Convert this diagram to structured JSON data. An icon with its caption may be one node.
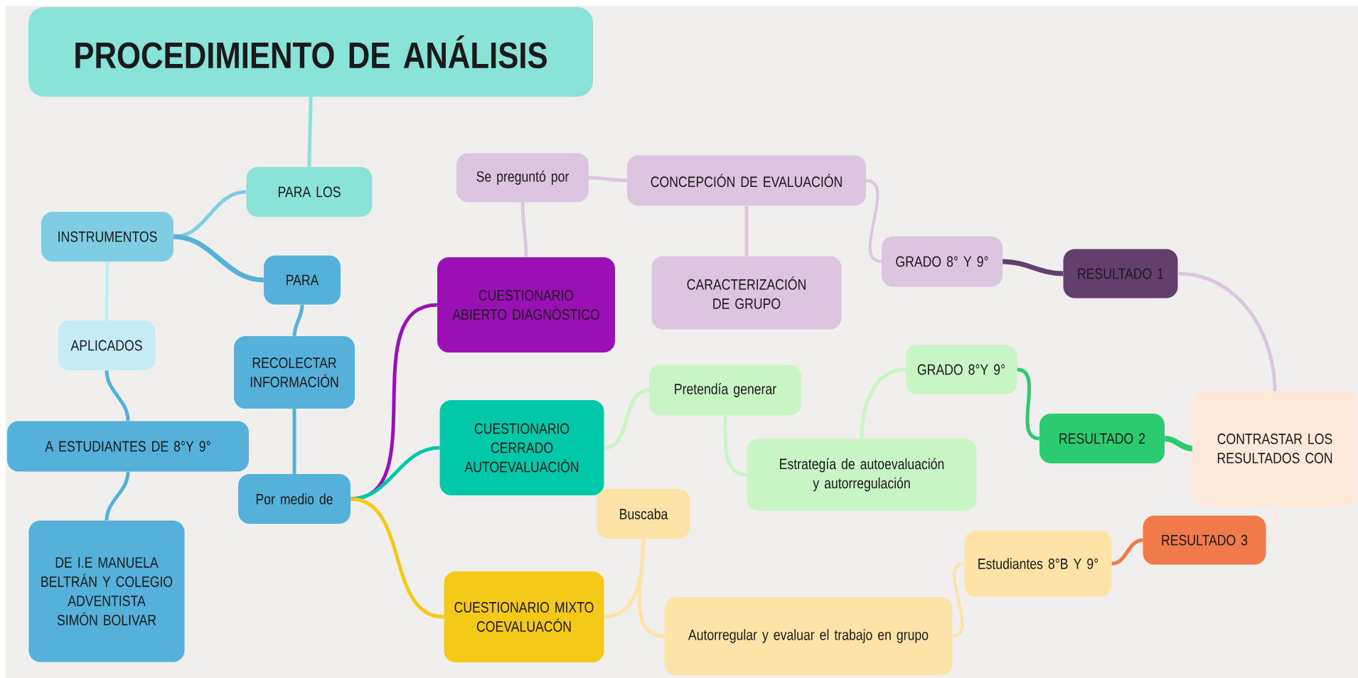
{
  "diagram": {
    "nodes": [
      {
        "text": [
          "PROCEDIMIENTO DE ANÁLISIS"
        ]
      },
      {
        "text": [
          "PARA LOS"
        ]
      },
      {
        "text": [
          "INSTRUMENTOS"
        ]
      },
      {
        "text": [
          "PARA"
        ]
      },
      {
        "text": [
          "APLICADOS"
        ]
      },
      {
        "text": [
          "RECOLECTAR INFORMACIÓN"
        ]
      },
      {
        "text": [
          "A ESTUDIANTES DE 8°Y 9°"
        ]
      },
      {
        "text": [
          "Por medio de"
        ]
      },
      {
        "text": [
          "DE I.E MANUELA BELTRÁN Y COLEGIO ADVENTISTA SIMÓN BOLIVAR"
        ]
      },
      {
        "text": [
          "Se preguntó por"
        ]
      },
      {
        "text": [
          "CONCEPCIÓN DE EVALUACIÓN"
        ]
      },
      {
        "text": [
          "CUESTIONARIO ABIERTO DIAGNÒSTICO"
        ]
      },
      {
        "text": [
          "CARACTERIZACIÓN DE GRUPO"
        ]
      },
      {
        "text": [
          "GRADO 8° Y 9°"
        ]
      },
      {
        "text": [
          "RESULTADO 1"
        ]
      },
      {
        "text": [
          "GRADO 8°Y 9°"
        ]
      },
      {
        "text": [
          "Pretendía generar"
        ]
      },
      {
        "text": [
          "CUESTIONARIO CERRADO AUTOEVALUACIÒN"
        ]
      },
      {
        "text": [
          "RESULTADO 2"
        ]
      },
      {
        "text": [
          "CONTRASTAR LOS RESULTADOS CON"
        ]
      },
      {
        "text": [
          "Estrategía de autoevaluación y autorregulación"
        ]
      },
      {
        "text": [
          "Buscaba"
        ]
      },
      {
        "text": [
          "Estudiantes 8°B Y 9°"
        ]
      },
      {
        "text": [
          "RESULTADO 3"
        ]
      },
      {
        "text": [
          "CUESTIONARIO MIXTO COEVALUACÓN"
        ]
      },
      {
        "text": [
          "Autorregular y evaluar el trabajo en grupo"
        ]
      }
    ],
    "edges": [
      {
        "from": 0,
        "to": 1,
        "arrow": "none",
        "color": "#8ae3d7"
      },
      {
        "from": 1,
        "to": 2,
        "arrow": "none",
        "color": "#7ecde3"
      },
      {
        "from": 2,
        "to": 3,
        "arrow": "none",
        "color": "#55b1d9"
      },
      {
        "from": 2,
        "to": 4,
        "arrow": "none",
        "color": "#c5ecf5"
      },
      {
        "from": 3,
        "to": 5,
        "arrow": "none",
        "color": "#55b1d9"
      },
      {
        "from": 5,
        "to": 7,
        "arrow": "none",
        "color": "#55b1d9"
      },
      {
        "from": 4,
        "to": 6,
        "arrow": "none",
        "color": "#55b1d9"
      },
      {
        "from": 6,
        "to": 8,
        "arrow": "none",
        "color": "#55b1d9"
      },
      {
        "from": 7,
        "to": 11,
        "arrow": "none",
        "color": "#9b10b5"
      },
      {
        "from": 7,
        "to": 17,
        "arrow": "none",
        "color": "#00c8a8"
      },
      {
        "from": 7,
        "to": 24,
        "arrow": "none",
        "color": "#f5c918"
      },
      {
        "from": 11,
        "to": 9,
        "arrow": "none",
        "color": "#dcc5df"
      },
      {
        "from": 9,
        "to": 10,
        "arrow": "none",
        "color": "#dcc5df"
      },
      {
        "from": 10,
        "to": 12,
        "arrow": "none",
        "color": "#dcc5df"
      },
      {
        "from": 10,
        "to": 13,
        "arrow": "none",
        "color": "#dcc5df"
      },
      {
        "from": 13,
        "to": 14,
        "arrow": "none",
        "color": "#633f6e"
      },
      {
        "from": 14,
        "to": 19,
        "arrow": "none",
        "color": "#dcc5df"
      },
      {
        "from": 17,
        "to": 16,
        "arrow": "none",
        "color": "#c8f5c4"
      },
      {
        "from": 16,
        "to": 20,
        "arrow": "none",
        "color": "#c8f5c4"
      },
      {
        "from": 20,
        "to": 15,
        "arrow": "none",
        "color": "#c8f5c4"
      },
      {
        "from": 15,
        "to": 18,
        "arrow": "none",
        "color": "#2dcb6f"
      },
      {
        "from": 18,
        "to": 19,
        "arrow": "none",
        "color": "#2dcb6f"
      },
      {
        "from": 24,
        "to": 21,
        "arrow": "none",
        "color": "#fde3a7"
      },
      {
        "from": 21,
        "to": 25,
        "arrow": "none",
        "color": "#fde3a7"
      },
      {
        "from": 25,
        "to": 22,
        "arrow": "none",
        "color": "#fde3a7"
      },
      {
        "from": 22,
        "to": 23,
        "arrow": "none",
        "color": "#f07a4a"
      },
      {
        "from": 23,
        "to": 19,
        "arrow": "none",
        "color": "#fde8d9"
      }
    ]
  }
}
